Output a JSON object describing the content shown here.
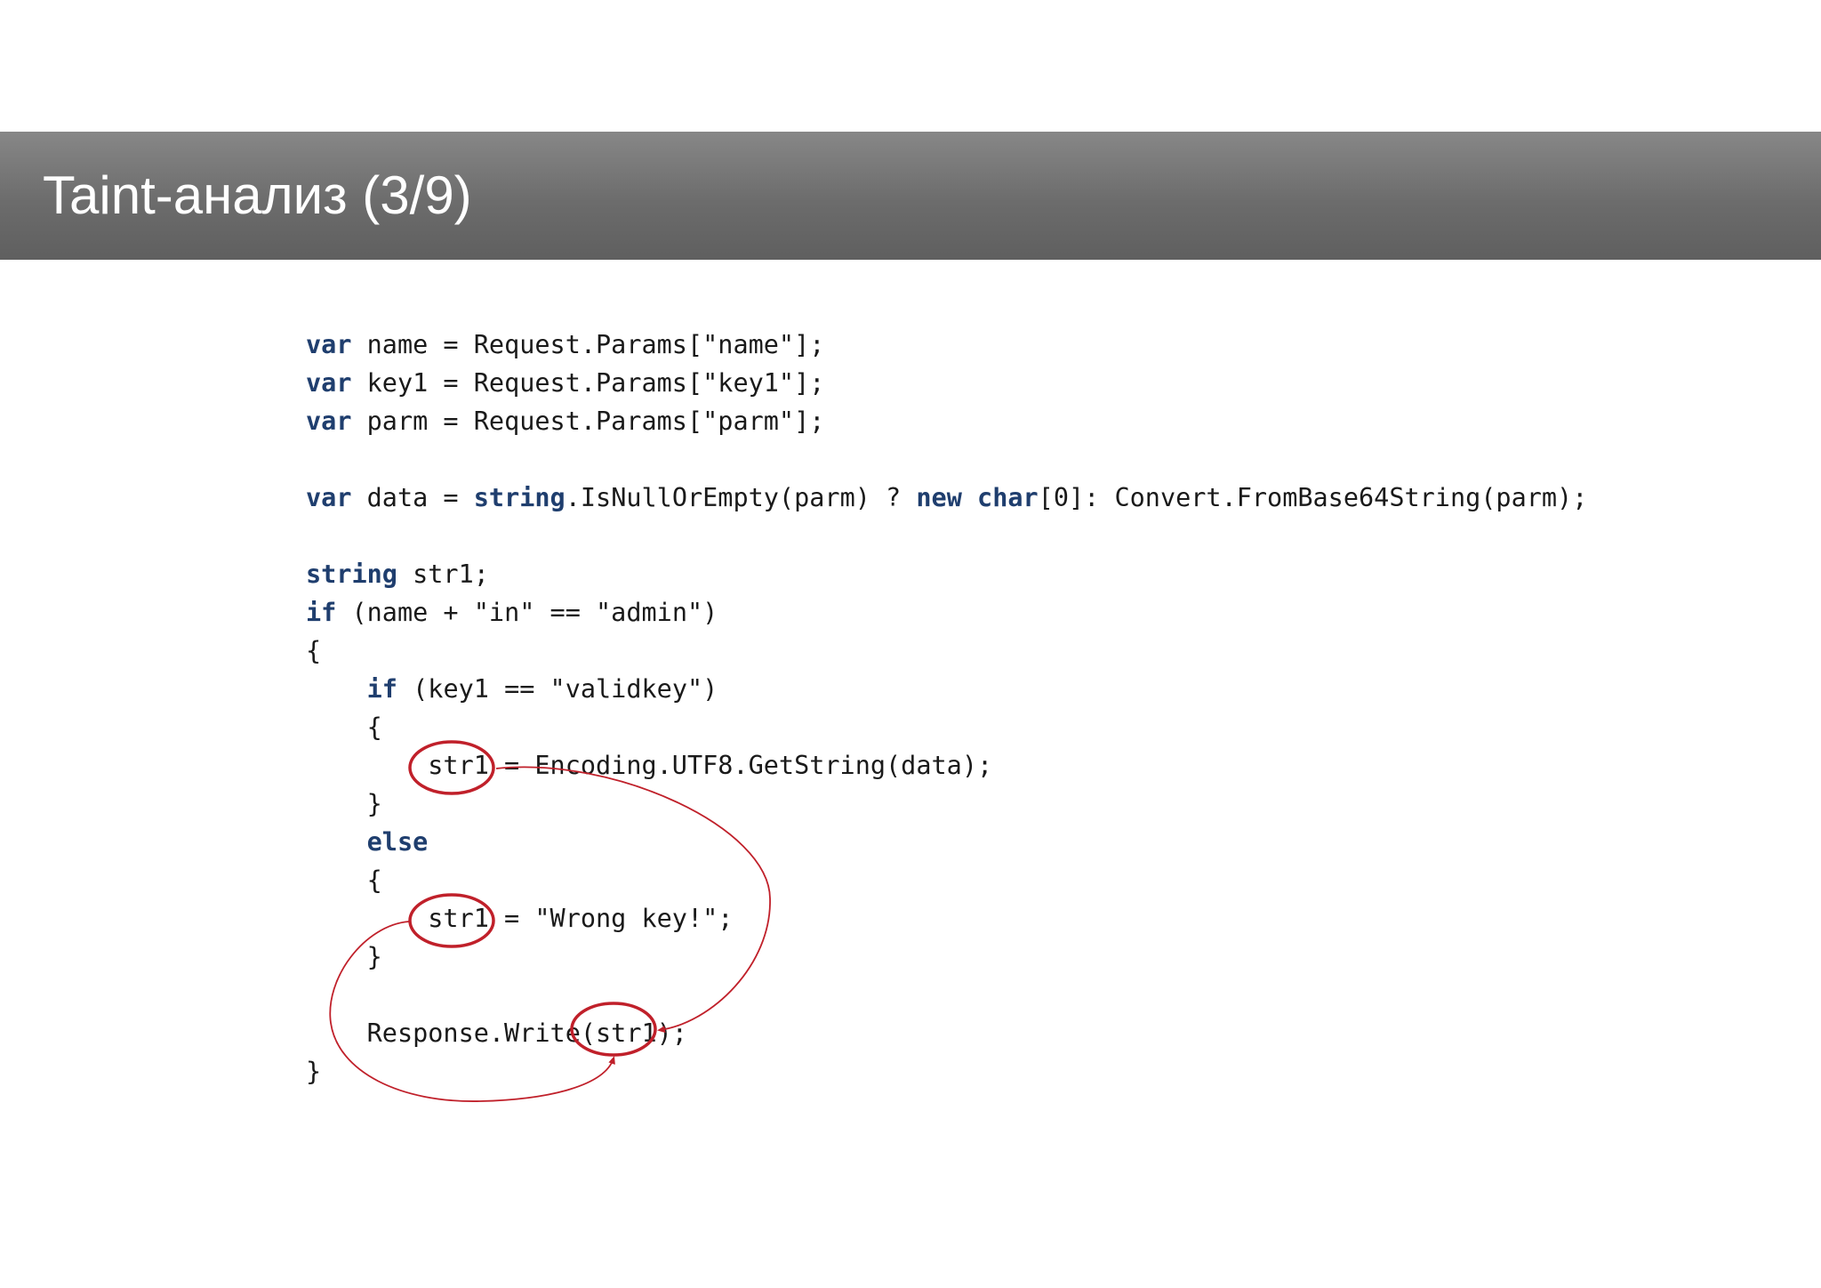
{
  "slide": {
    "title": "Taint-анализ (3/9)"
  },
  "code": {
    "lines": [
      [
        {
          "t": "var",
          "kw": true
        },
        {
          "t": " name = Request.Params[\"name\"];"
        }
      ],
      [
        {
          "t": "var",
          "kw": true
        },
        {
          "t": " key1 = Request.Params[\"key1\"];"
        }
      ],
      [
        {
          "t": "var",
          "kw": true
        },
        {
          "t": " parm = Request.Params[\"parm\"];"
        }
      ],
      [],
      [
        {
          "t": "var",
          "kw": true
        },
        {
          "t": " data = "
        },
        {
          "t": "string",
          "kw": true
        },
        {
          "t": ".IsNullOrEmpty(parm) ? "
        },
        {
          "t": "new",
          "kw": true
        },
        {
          "t": " "
        },
        {
          "t": "char",
          "kw": true
        },
        {
          "t": "[0]: Convert.FromBase64String(parm);"
        }
      ],
      [],
      [
        {
          "t": "string",
          "kw": true
        },
        {
          "t": " str1;"
        }
      ],
      [
        {
          "t": "if",
          "kw": true
        },
        {
          "t": " (name + \"in\" == \"admin\")"
        }
      ],
      [
        {
          "t": "{"
        }
      ],
      [
        {
          "t": "    "
        },
        {
          "t": "if",
          "kw": true
        },
        {
          "t": " (key1 == \"validkey\")"
        }
      ],
      [
        {
          "t": "    {"
        }
      ],
      [
        {
          "t": "        str1 = Encoding.UTF8.GetString(data);"
        }
      ],
      [
        {
          "t": "    }"
        }
      ],
      [
        {
          "t": "    "
        },
        {
          "t": "else",
          "kw": true
        }
      ],
      [
        {
          "t": "    {"
        }
      ],
      [
        {
          "t": "        str1 = \"Wrong key!\";"
        }
      ],
      [
        {
          "t": "    }"
        }
      ],
      [],
      [
        {
          "t": "    Response.Write(str1);"
        }
      ],
      [
        {
          "t": "}"
        }
      ]
    ]
  },
  "colors": {
    "keyword": "#1f3e6e",
    "annotation": "#c0202a",
    "title_text": "#ffffff"
  }
}
